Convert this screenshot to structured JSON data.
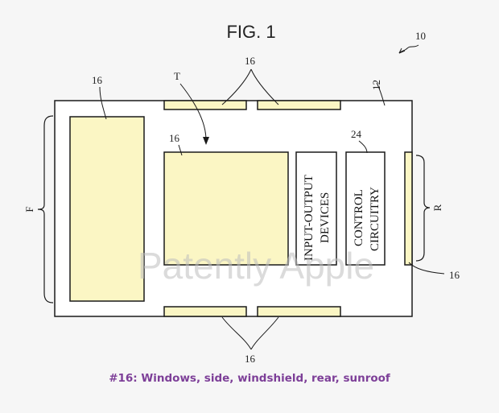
{
  "figure": {
    "title": "FIG. 1",
    "watermark": "Patently Apple",
    "caption": "#16: Windows, side, windshield, rear, sunroof",
    "labels": {
      "system": "10",
      "body": "12",
      "window": "16",
      "travel": "T",
      "front": "F",
      "rear": "R",
      "control": "24"
    },
    "blocks": {
      "io": [
        "INPUT-OUTPUT",
        "DEVICES"
      ],
      "control": [
        "CONTROL",
        "CIRCUITRY"
      ]
    }
  },
  "colors": {
    "window_fill": "#fbf6c4",
    "body_fill": "#ffffff",
    "stroke": "#1a1a1a",
    "caption": "#7d3f98"
  }
}
